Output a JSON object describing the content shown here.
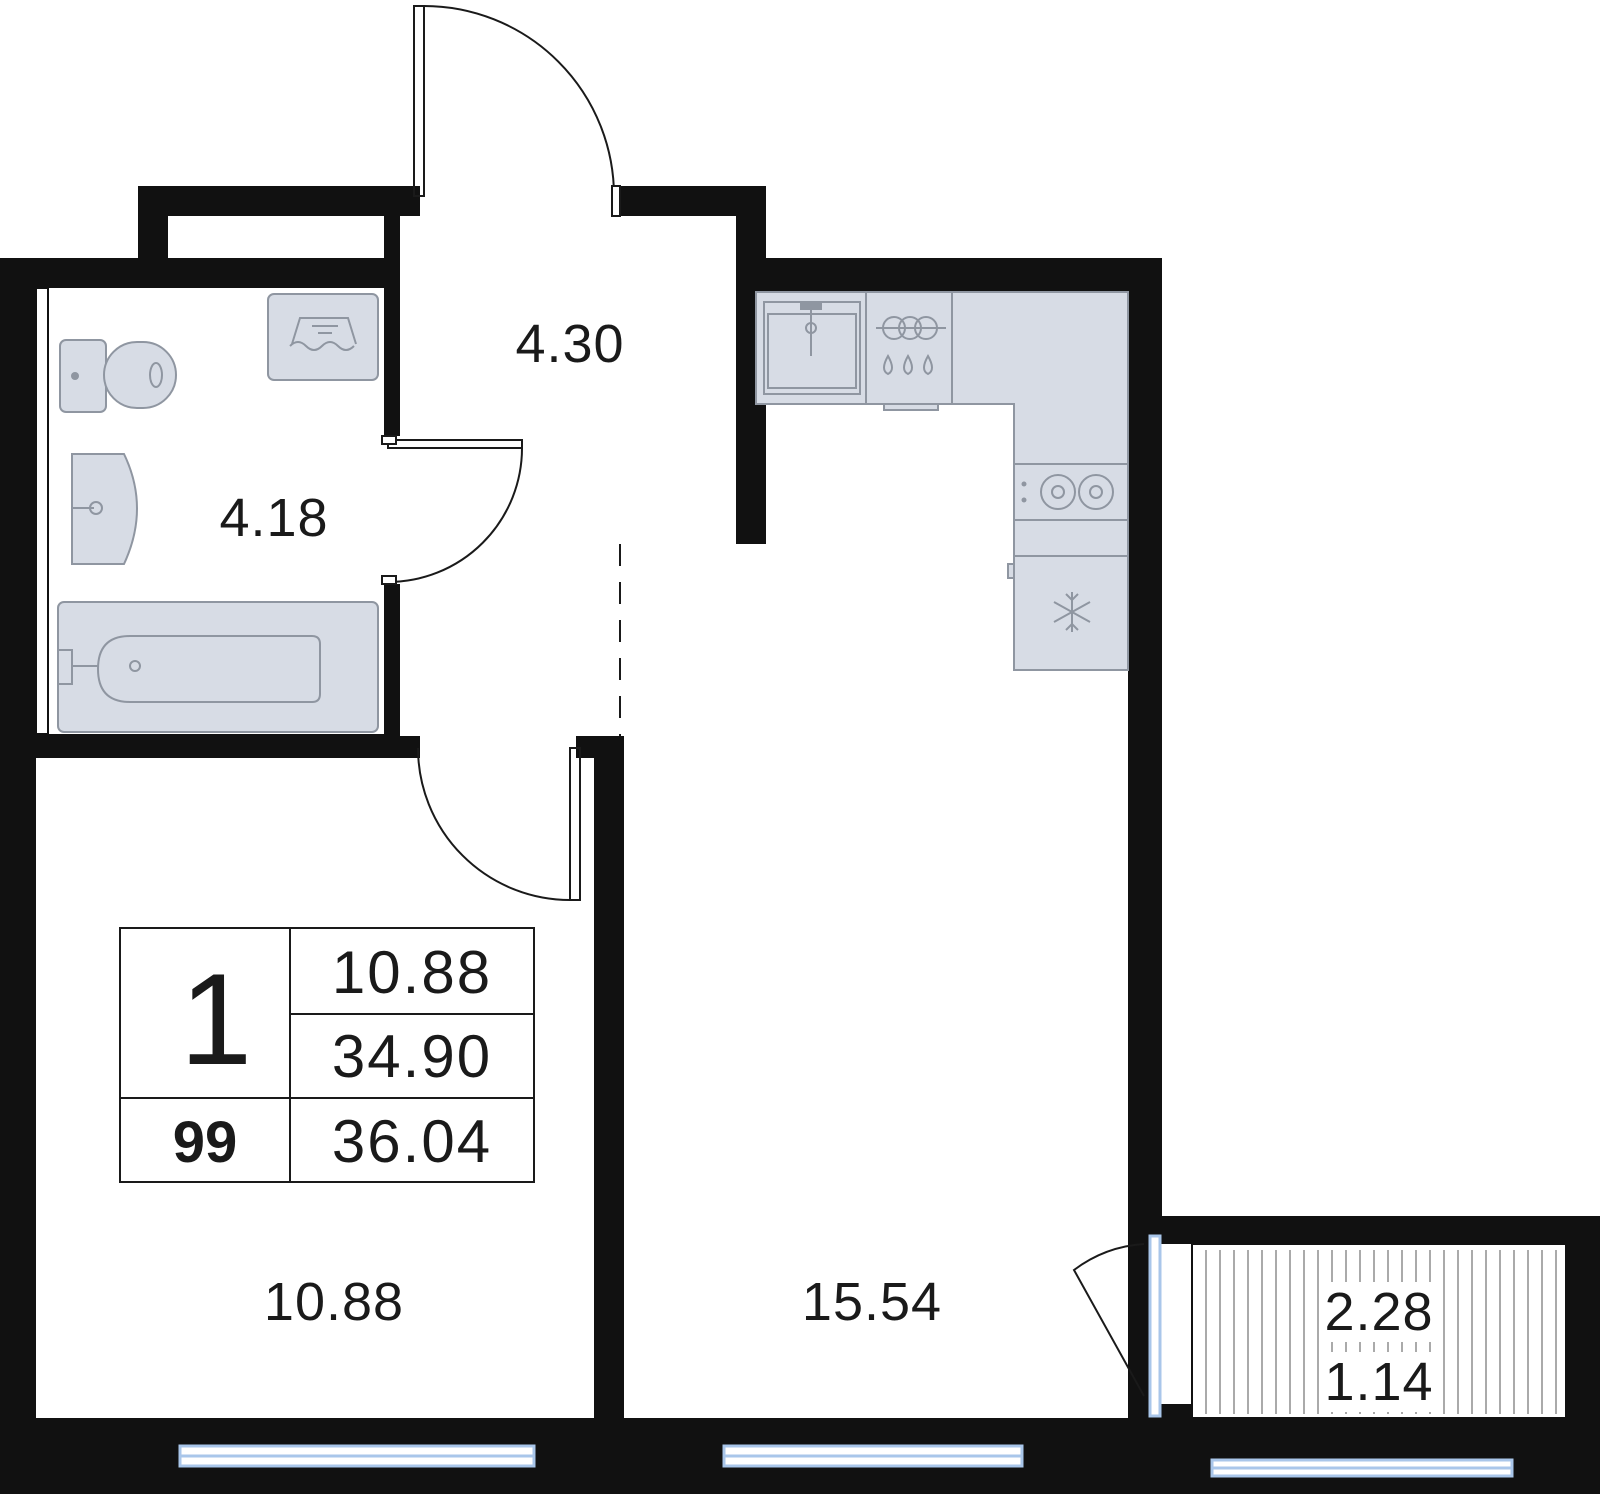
{
  "rooms": {
    "hall": {
      "area": "4.30"
    },
    "bathroom": {
      "area": "4.18"
    },
    "bedroom": {
      "area": "10.88"
    },
    "kitchen_living": {
      "area": "15.54"
    },
    "balcony": {
      "area": "2.28",
      "area_reduced": "1.14"
    }
  },
  "summary": {
    "rooms_count": "1",
    "apartment_number": "99",
    "living_area": "10.88",
    "total_area": "34.90",
    "total_area_with_balcony": "36.04"
  },
  "colors": {
    "wall": "#111111",
    "fixture_fill": "#d7dce5",
    "fixture_stroke": "#8f96a1",
    "window": "#a9c6ea"
  },
  "icons": [
    "toilet-icon",
    "sink-icon",
    "bathtub-icon",
    "washing-machine-icon",
    "kitchen-sink-icon",
    "dishwasher-icon",
    "cooktop-icon",
    "fridge-icon"
  ]
}
